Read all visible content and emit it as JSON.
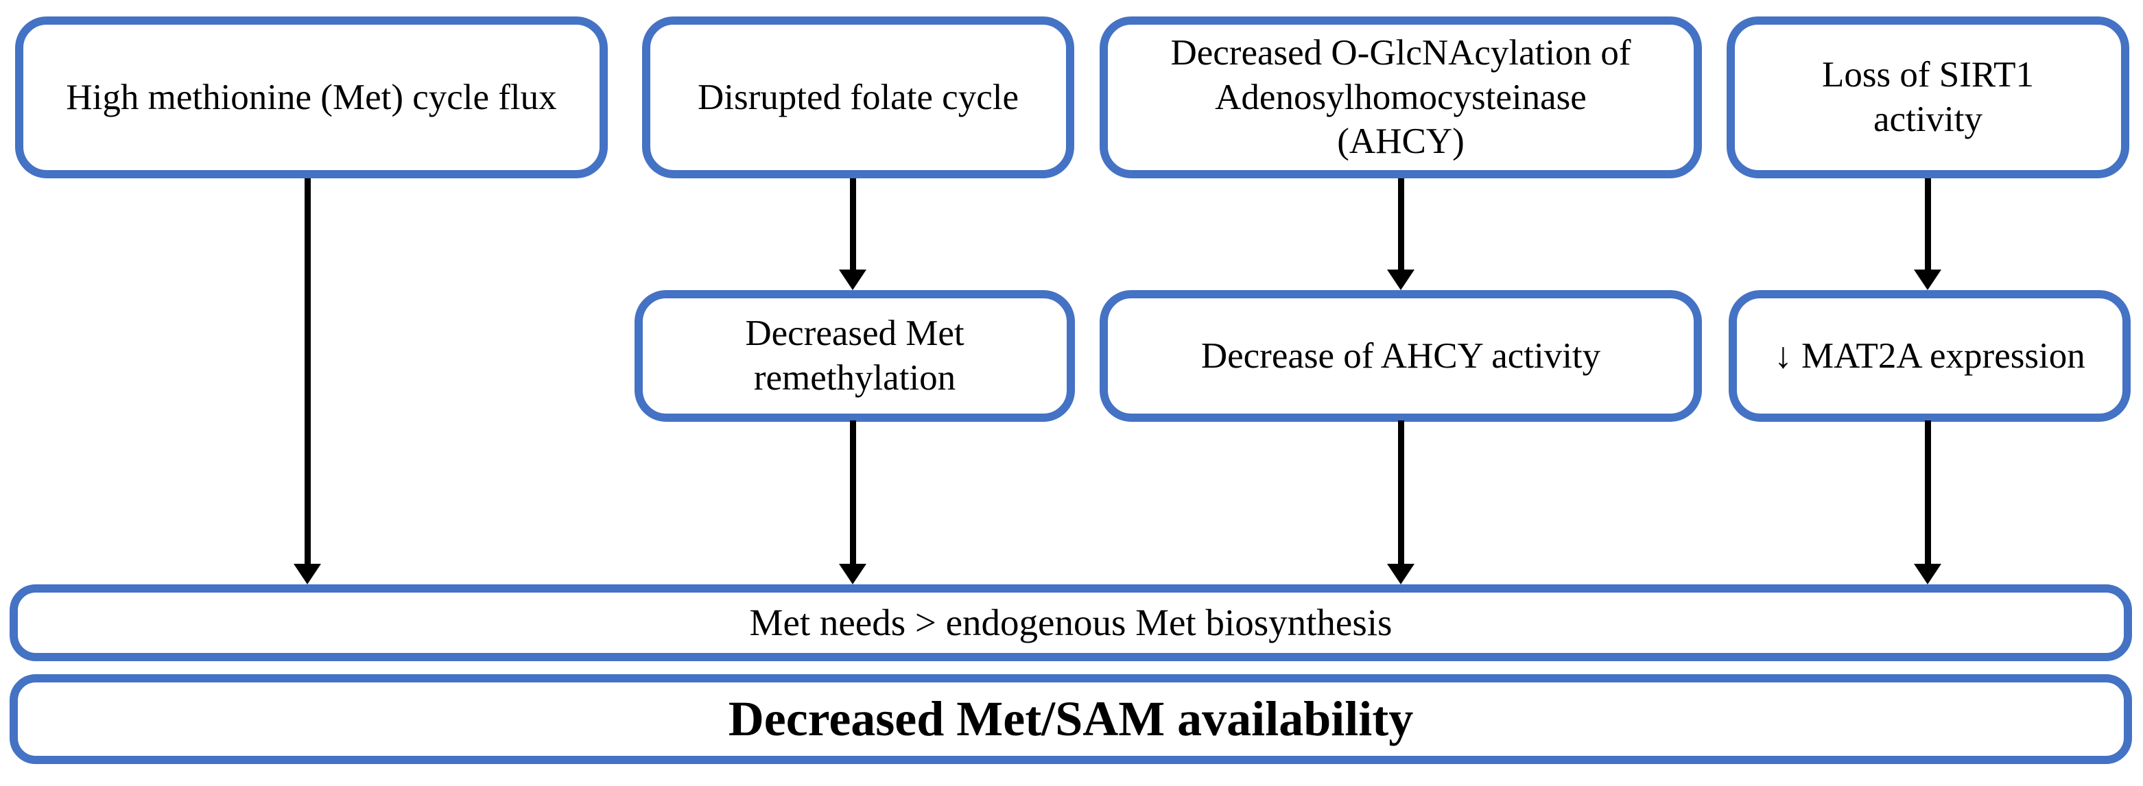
{
  "colors": {
    "box_border": "#4472C4",
    "arrow": "#000000",
    "text": "#000000",
    "background": "#FFFFFF"
  },
  "flowchart": {
    "causes": [
      {
        "label": "High methionine (Met) cycle flux"
      },
      {
        "label": "Disrupted folate cycle"
      },
      {
        "label": "Decreased O-GlcNAcylation of\nAdenosylhomocysteinase\n(AHCY)"
      },
      {
        "label": "Loss of SIRT1\nactivity"
      }
    ],
    "intermediates": [
      {
        "label": "Decreased Met\nremethylation"
      },
      {
        "label": "Decrease of AHCY activity"
      },
      {
        "label": "↓ MAT2A expression"
      }
    ],
    "comparison": {
      "label": "Met needs > endogenous Met biosynthesis"
    },
    "outcome": {
      "label": "Decreased Met/SAM availability"
    }
  }
}
